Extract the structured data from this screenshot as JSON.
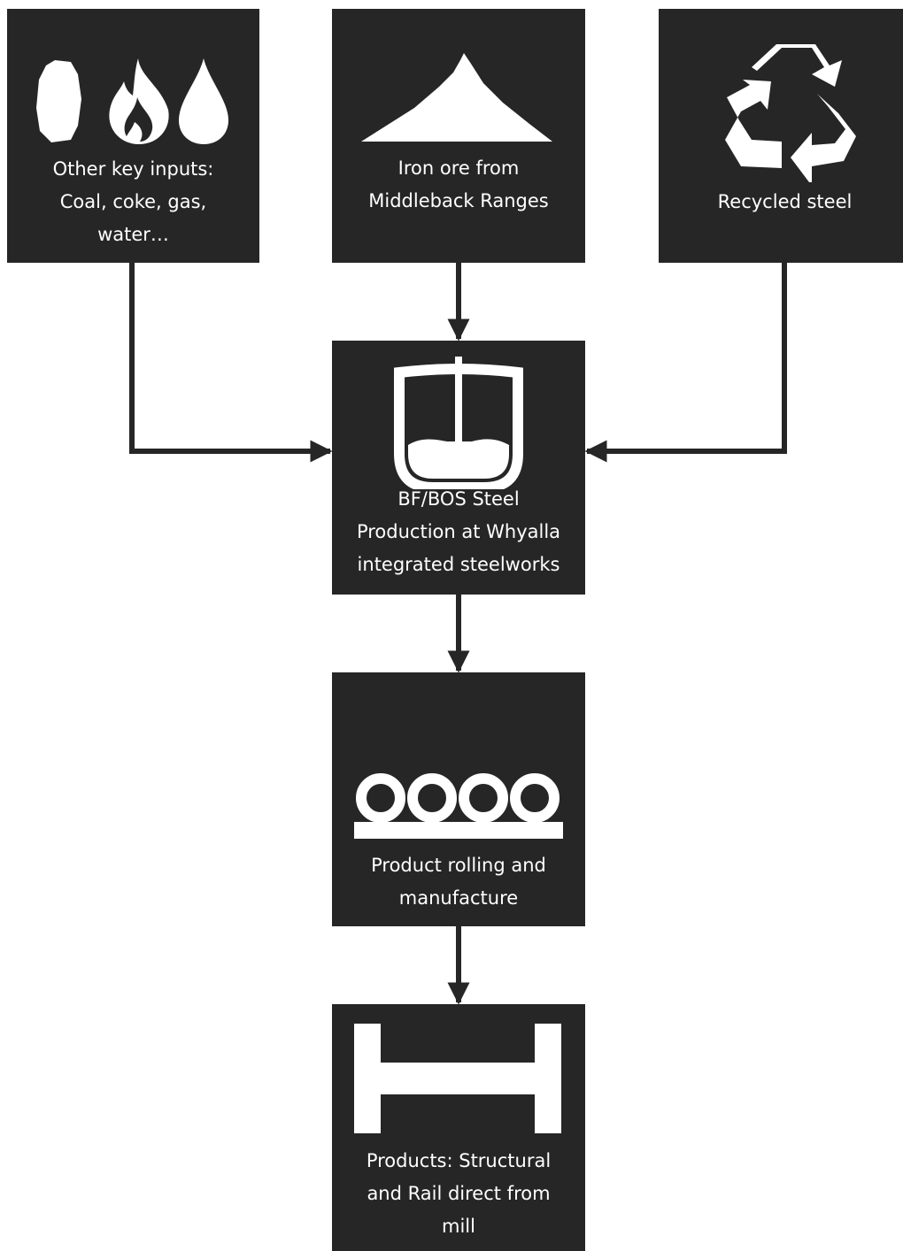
{
  "nodes": {
    "inputs": {
      "label": "Other key inputs:\nCoal, coke, gas,\nwater…",
      "icons": [
        "rock-icon",
        "flame-icon",
        "water-drop-icon"
      ]
    },
    "ore": {
      "label": "Iron ore from\nMiddleback Ranges",
      "icon": "mountain-icon"
    },
    "recycled": {
      "label": "Recycled steel",
      "icon": "recycle-icon"
    },
    "steel": {
      "label": "BF/BOS Steel\nProduction at Whyalla\nintegrated steelworks",
      "icon": "furnace-vessel-icon"
    },
    "rolling": {
      "label": "Product rolling and\nmanufacture",
      "icon": "rollers-icon"
    },
    "products": {
      "label": "Products: Structural\nand Rail direct from\nmill",
      "icon": "i-beam-icon"
    }
  },
  "colors": {
    "box": "#262626",
    "text": "#ffffff",
    "arrow": "#262626"
  }
}
